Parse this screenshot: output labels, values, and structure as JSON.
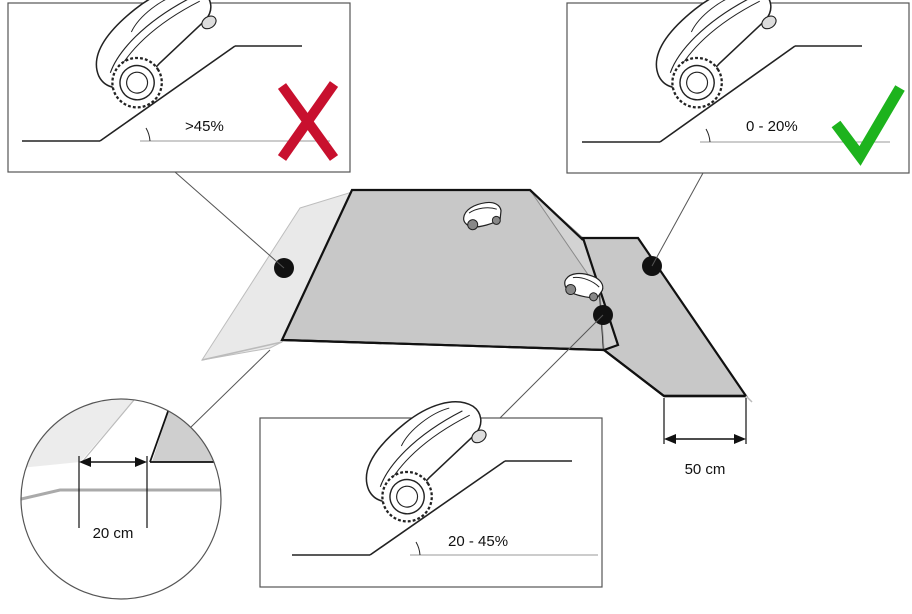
{
  "panels": {
    "steep": {
      "slope_label": ">45%",
      "verdict": "not-allowed",
      "verdict_icon": "red-x-icon",
      "verdict_color": "#c8102e"
    },
    "gentle": {
      "slope_label": "0 - 20%",
      "verdict": "allowed",
      "verdict_icon": "green-check-icon",
      "verdict_color": "#1db31d"
    },
    "moderate": {
      "slope_label": "20 - 45%"
    }
  },
  "dimensions": {
    "edge_gap": "20 cm",
    "border_width": "50 cm"
  },
  "colors": {
    "lawn": "#c8c8c8",
    "steep_slope": "#e6e6e6",
    "outline": "#111111",
    "pointer_line": "#555555"
  }
}
